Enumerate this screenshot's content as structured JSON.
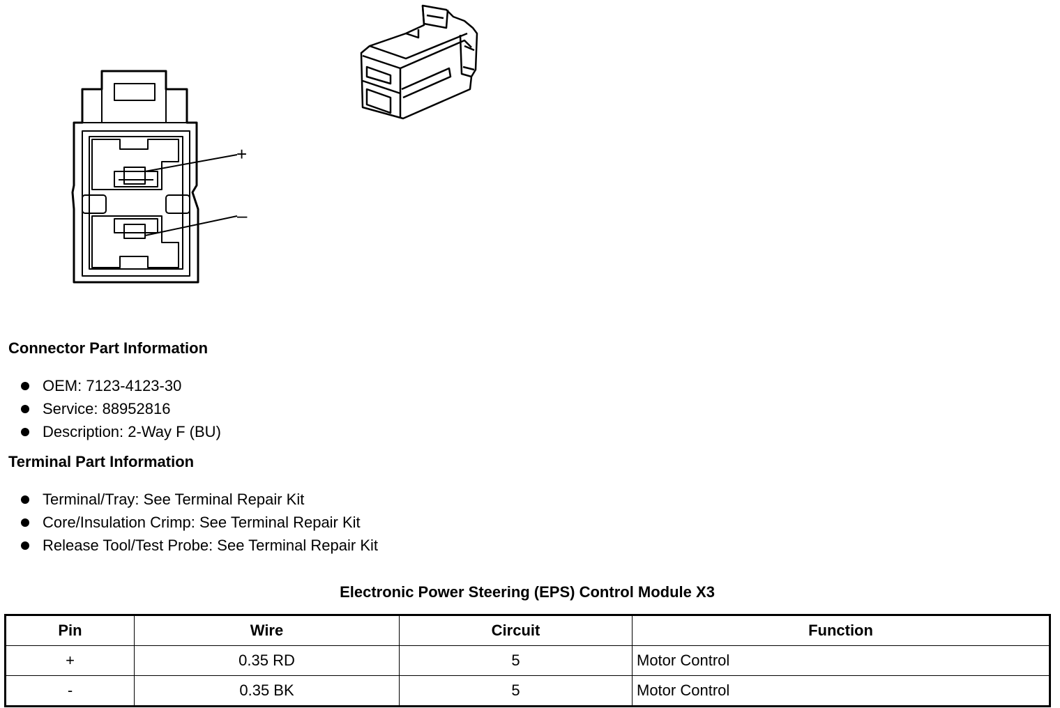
{
  "connector_view": {
    "pin_plus": "+",
    "pin_minus": "–"
  },
  "connector_part": {
    "heading": "Connector Part Information",
    "items": [
      "OEM: 7123-4123-30",
      "Service: 88952816",
      "Description: 2-Way F (BU)"
    ]
  },
  "terminal_part": {
    "heading": "Terminal Part Information",
    "items": [
      "Terminal/Tray: See Terminal Repair Kit",
      "Core/Insulation Crimp: See Terminal Repair Kit",
      "Release Tool/Test Probe: See Terminal Repair Kit"
    ]
  },
  "pin_table": {
    "title": "Electronic Power Steering (EPS) Control Module X3",
    "headers": [
      "Pin",
      "Wire",
      "Circuit",
      "Function"
    ],
    "rows": [
      [
        "+",
        "0.35 RD",
        "5",
        "Motor Control"
      ],
      [
        "-",
        "0.35 BK",
        "5",
        "Motor Control"
      ]
    ]
  }
}
